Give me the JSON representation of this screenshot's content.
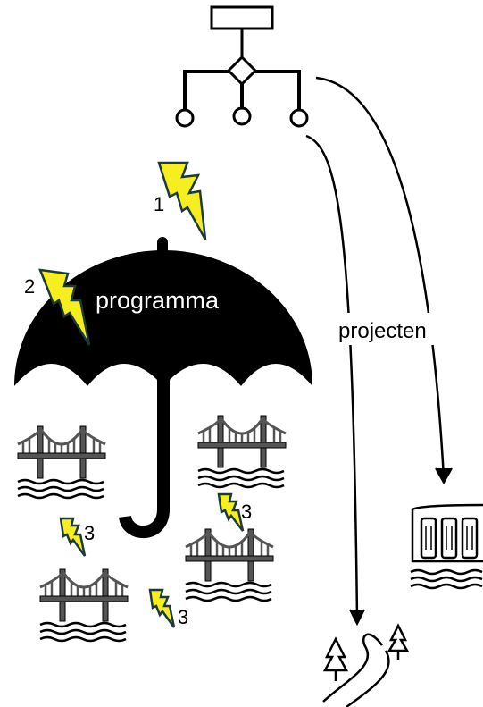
{
  "labels": {
    "umbrella": "programma",
    "arrows": "projecten",
    "risk_1": "1",
    "risk_2": "2",
    "risk_3a": "3",
    "risk_3b": "3",
    "risk_3c": "3"
  },
  "colors": {
    "ink": "#000000",
    "bolt_fill": "#f6ee1e",
    "bolt_stroke": "#1d3a3a",
    "bridge": "#555555",
    "background": "#ffffff"
  },
  "icons": [
    "org-chart-icon",
    "umbrella-icon",
    "lightning-bolt-icon",
    "bridge-icon",
    "dam-icon",
    "road-with-trees-icon"
  ]
}
